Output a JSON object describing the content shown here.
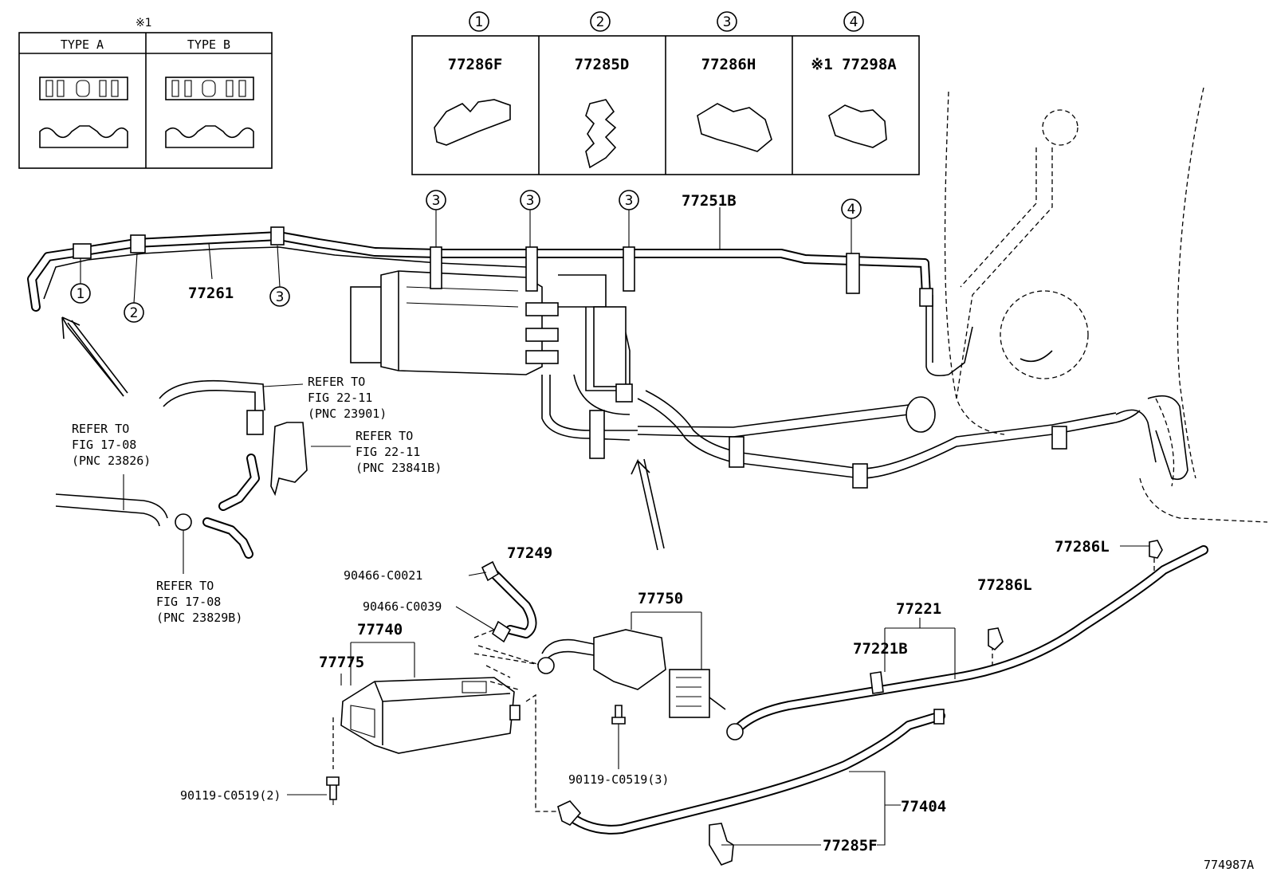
{
  "inset": {
    "note_mark": "※1",
    "type_a": "TYPE A",
    "type_b": "TYPE B"
  },
  "legend": [
    {
      "num": "1",
      "part": "77286F"
    },
    {
      "num": "2",
      "part": "77285D"
    },
    {
      "num": "3",
      "part": "77286H"
    },
    {
      "num": "4",
      "part": "※1 77298A"
    }
  ],
  "callouts": [
    "1",
    "2",
    "3",
    "3",
    "3",
    "3",
    "4"
  ],
  "labels": {
    "p77251B": "77251B",
    "p77261": "77261",
    "p77249": "77249",
    "p90466_C0021": "90466-C0021",
    "p90466_C0039": "90466-C0039",
    "p77740": "77740",
    "p77775": "77775",
    "p77750": "77750",
    "p90119_2": "90119-C0519(2)",
    "p90119_3": "90119-C0519(3)",
    "p77286L_a": "77286L",
    "p77286L_b": "77286L",
    "p77221": "77221",
    "p77221B": "77221B",
    "p77404": "77404",
    "p77285F": "77285F",
    "figure_id": "774987A"
  },
  "refs": {
    "r1": [
      "REFER TO",
      "FIG 22-11",
      "(PNC 23901)"
    ],
    "r2": [
      "REFER TO",
      "FIG 22-11",
      "(PNC 23841B)"
    ],
    "r3": [
      "REFER TO",
      "FIG 17-08",
      "(PNC 23826)"
    ],
    "r4": [
      "REFER TO",
      "FIG 17-08",
      "(PNC 23829B)"
    ]
  }
}
